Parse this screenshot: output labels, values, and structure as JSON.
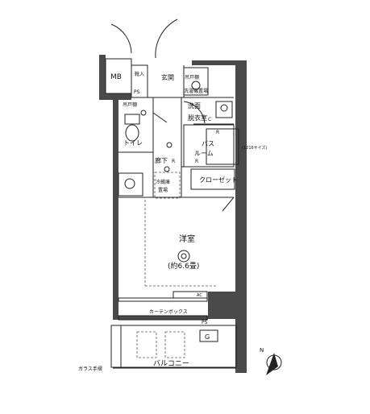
{
  "labels": {
    "mb": "MB",
    "shoes": "靴入",
    "genkan": "玄関",
    "ps_top": "PS",
    "ps_bottom": "PS",
    "hanging_shelf_1": "吊戸棚",
    "laundry_pan": "洗濯機置場",
    "washroom_1": "洗面",
    "washroom_2": "脱衣室",
    "c": "C",
    "hanging_shelf_2": "吊戸棚",
    "toilet": "トイレ",
    "bath_1": "バス",
    "bath_2": "ルーム",
    "bath_size": "(1216サイズ)",
    "corridor": "廊下",
    "r1": "R",
    "r2": "R",
    "r3": "R",
    "closet": "クローゼット",
    "fridge_1": "冷蔵庫",
    "fridge_2": "置場",
    "room_name": "洋室",
    "room_size": "(約6.6畳)",
    "ac": "AC",
    "curtain_box": "カーテンボックス",
    "g": "G",
    "balcony": "バルコニー",
    "glass_rail": "ガラス手摺",
    "north": "N"
  },
  "colors": {
    "wall": "#4a4a4a",
    "line": "#222222"
  }
}
